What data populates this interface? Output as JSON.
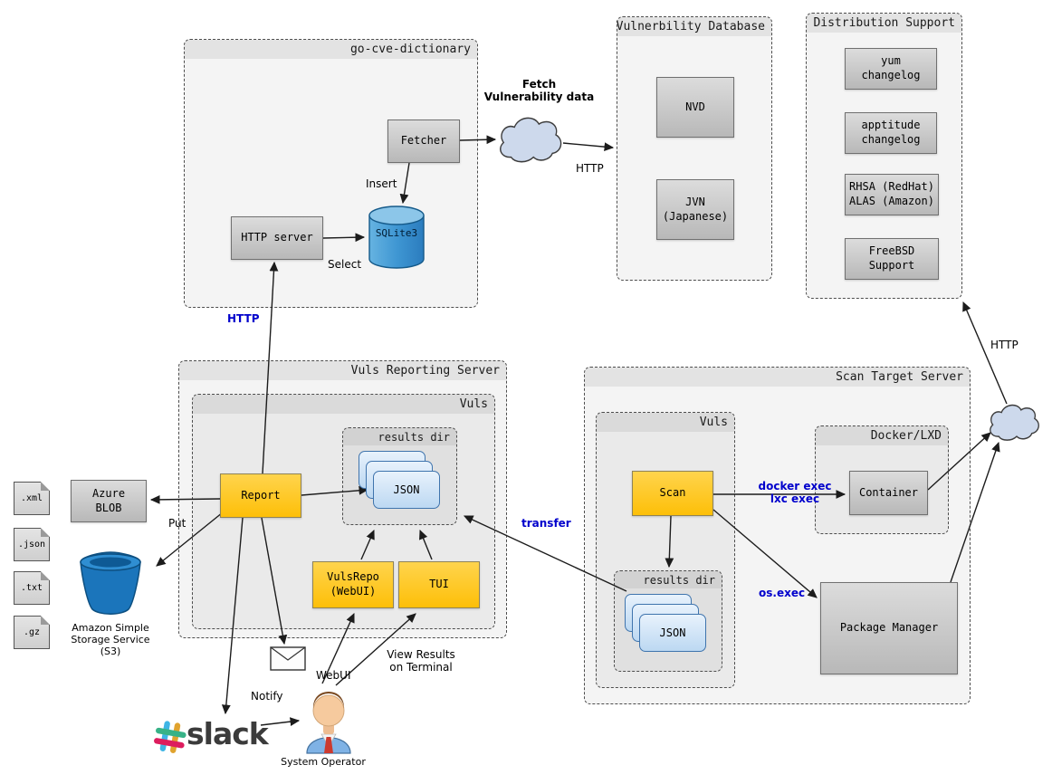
{
  "groups": {
    "go_cve_dictionary": "go-cve-dictionary",
    "vuln_db": "Vulnerbility Database",
    "dist_support": "Distribution Support",
    "reporting_server": "Vuls Reporting Server",
    "reporting_vuls": "Vuls",
    "reporting_results_dir": "results dir",
    "scan_server": "Scan Target Server",
    "scan_vuls": "Vuls",
    "scan_results_dir": "results dir",
    "docker_lxd": "Docker/LXD"
  },
  "nodes": {
    "fetcher": "Fetcher",
    "http_server": "HTTP server",
    "sqlite": "SQLite3",
    "nvd": "NVD",
    "jvn": "JVN\n(Japanese)",
    "yum_changelog": "yum\nchangelog",
    "apptitude_changelog": "apptitude\nchangelog",
    "rhsa_alas": "RHSA (RedHat)\nALAS (Amazon)",
    "freebsd": "FreeBSD Support",
    "report": "Report",
    "vulsrepo": "VulsRepo\n(WebUI)",
    "tui": "TUI",
    "scan": "Scan",
    "container": "Container",
    "package_manager": "Package Manager",
    "azure_blob": "Azure\nBLOB",
    "json_card": "JSON"
  },
  "files": [
    ".xml",
    ".json",
    ".txt",
    ".gz"
  ],
  "edge_labels": {
    "fetch_vuln_data": "Fetch\nVulnerability data",
    "http_fetch": "HTTP",
    "insert": "Insert",
    "select": "Select",
    "http_report": "HTTP",
    "put": "Put",
    "notify": "Notify",
    "webui": "WebUI",
    "view_results": "View Results\non Terminal",
    "transfer": "transfer",
    "docker_exec": "docker exec\nlxc exec",
    "os_exec": "os.exec",
    "http_dist": "HTTP"
  },
  "captions": {
    "s3": "Amazon Simple\nStorage Service\n(S3)",
    "system_operator": "System Operator",
    "slack": "slack"
  },
  "colors": {
    "node_gray": "#c6c6c6",
    "node_yellow": "#ffc61e",
    "json_blue": "#cfe4f7",
    "edge_blue": "#0000cc",
    "cylinder_blue": "#3f97d3",
    "bucket_blue": "#1b75bb"
  }
}
